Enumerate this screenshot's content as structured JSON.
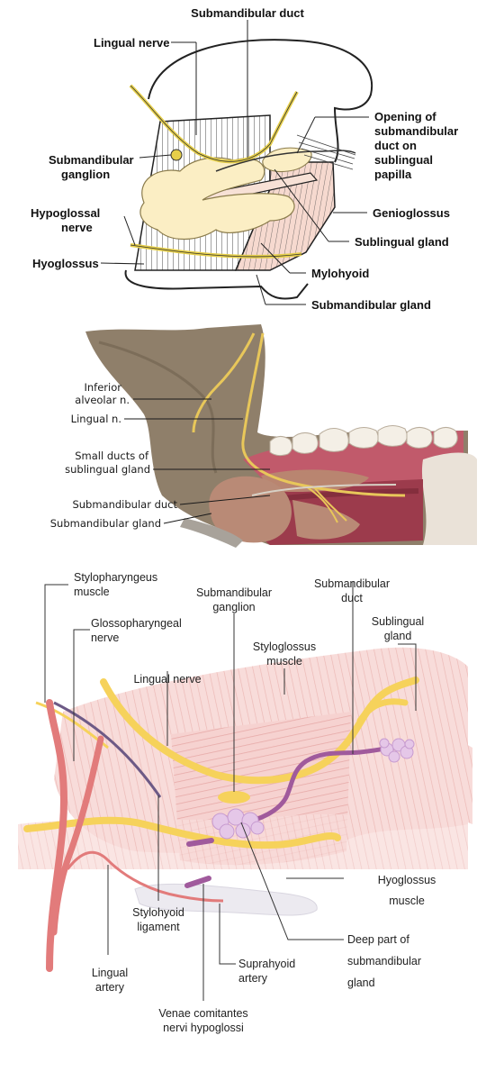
{
  "panel1": {
    "labels": {
      "submandibular_duct": "Submandibular duct",
      "lingual_nerve": "Lingual nerve",
      "opening_1": "Opening of",
      "opening_2": "submandibular",
      "opening_3": "duct on",
      "opening_4": "sublingual",
      "opening_5": "papilla",
      "ganglion_1": "Submandibular",
      "ganglion_2": "ganglion",
      "hypoglossal_1": "Hypoglossal",
      "hypoglossal_2": "nerve",
      "genioglossus": "Genioglossus",
      "sublingual_gland": "Sublingual gland",
      "hyoglossus": "Hyoglossus",
      "mylohyoid": "Mylohyoid",
      "submandibular_gland": "Submandibular gland"
    }
  },
  "panel2": {
    "labels": {
      "inferior_1": "Inferior",
      "inferior_2": "alveolar n.",
      "lingual": "Lingual n.",
      "small_ducts_1": "Small ducts of",
      "small_ducts_2": "sublingual gland",
      "submandibular_duct": "Submandibular duct",
      "submandibular_gland": "Submandibular gland"
    }
  },
  "panel3": {
    "labels": {
      "stylopharyngeus_1": "Stylopharyngeus",
      "stylopharyngeus_2": "muscle",
      "glosso_1": "Glossopharyngeal",
      "glosso_2": "nerve",
      "ganglion_1": "Submandibular",
      "ganglion_2": "ganglion",
      "duct_1": "Submandibular",
      "duct_2": "duct",
      "sublingual_1": "Sublingual",
      "sublingual_2": "gland",
      "styloglossus_1": "Styloglossus",
      "styloglossus_2": "muscle",
      "lingual_nerve": "Lingual nerve",
      "hyoglossus_1": "Hyoglossus",
      "hyoglossus_2": "muscle",
      "deep_1": "Deep part of",
      "deep_2": "submandibular",
      "deep_3": "gland",
      "stylohyoid_1": "Stylohyoid",
      "stylohyoid_2": "ligament",
      "lingual_artery_1": "Lingual",
      "lingual_artery_2": "artery",
      "suprahyoid_1": "Suprahyoid",
      "suprahyoid_2": "artery",
      "venae_1": "Venae comitantes",
      "venae_2": "nervi hypoglossi"
    }
  },
  "colors": {
    "gland": "#fbeec4",
    "nerve_yellow": "#f6d25b",
    "muscle_pink": "#f3c4c2",
    "artery": "#e27b7b",
    "duct_purple": "#a05a9c",
    "bone": "#8f7f6a"
  }
}
